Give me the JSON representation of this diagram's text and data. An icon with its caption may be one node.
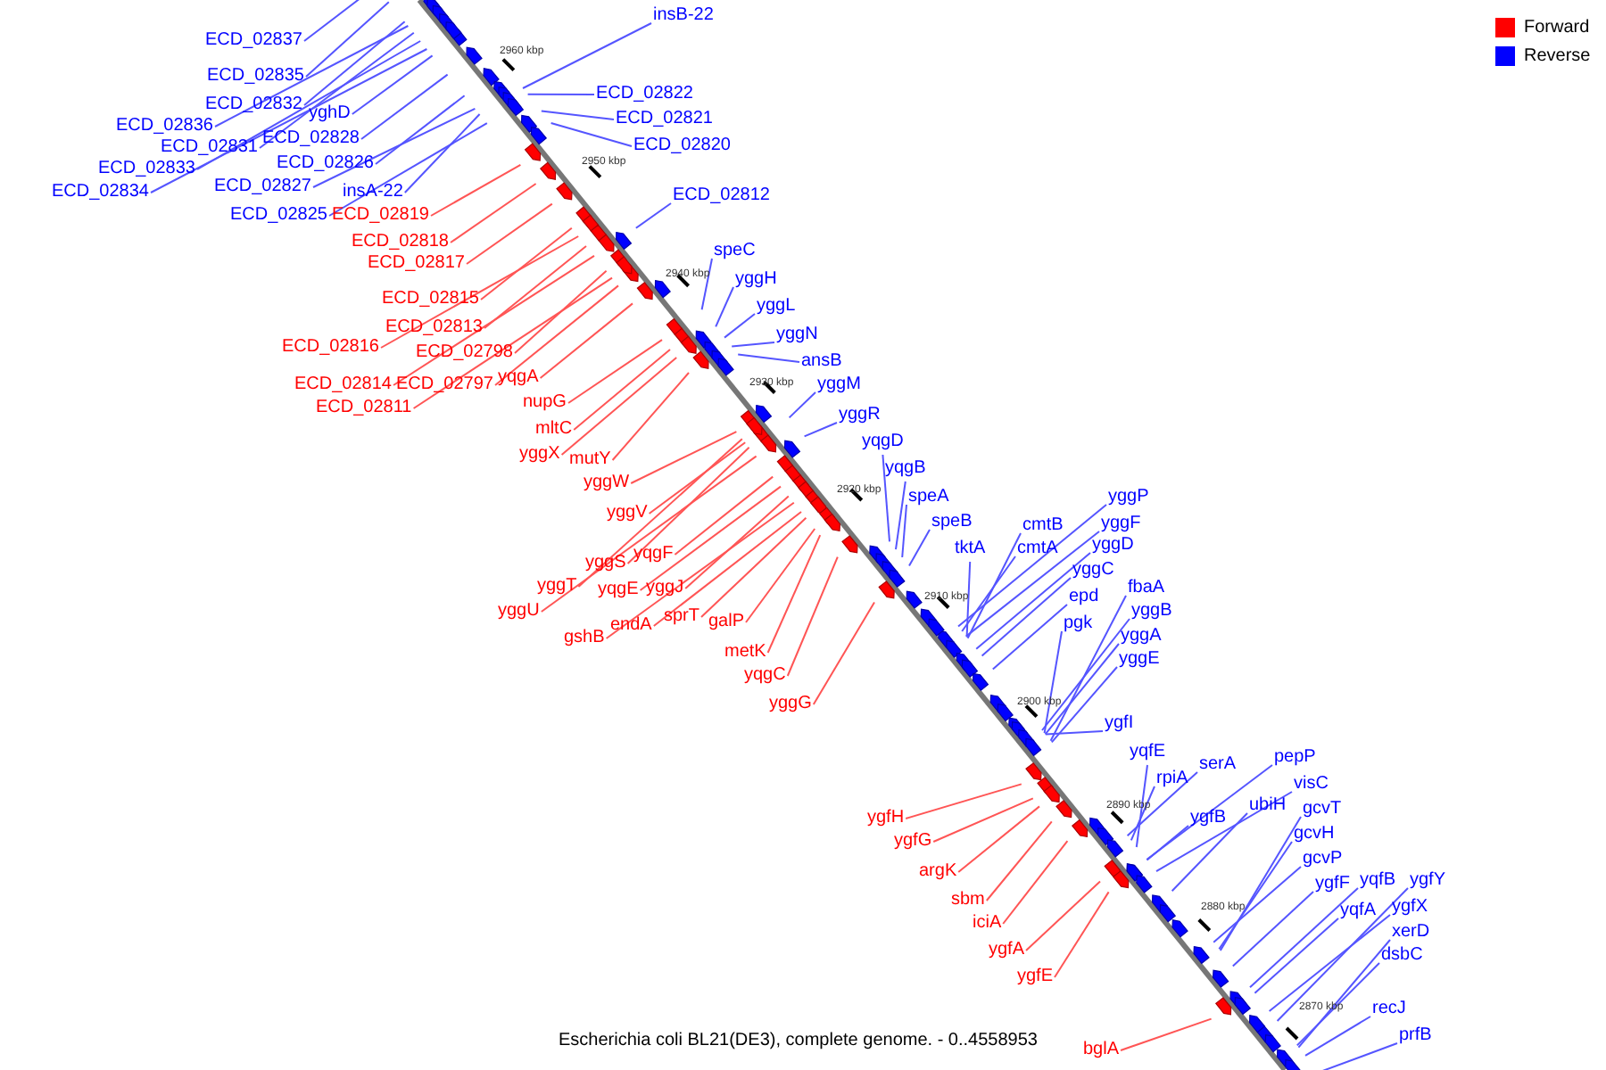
{
  "diagram": {
    "caption": "Escherichia coli BL21(DE3), complete genome. - 0..4558953",
    "nodes": [
      {
        "text": [
          "ECD_02837"
        ]
      },
      {
        "text": [
          "ECD_02835"
        ]
      },
      {
        "text": [
          "ECD_02832"
        ]
      },
      {
        "text": [
          "ECD_02836"
        ]
      },
      {
        "text": [
          "yghD"
        ]
      },
      {
        "text": [
          "ECD_02831"
        ]
      },
      {
        "text": [
          "ECD_02828"
        ]
      },
      {
        "text": [
          "ECD_02833"
        ]
      },
      {
        "text": [
          "ECD_02826"
        ]
      },
      {
        "text": [
          "ECD_02834"
        ]
      },
      {
        "text": [
          "ECD_02827"
        ]
      },
      {
        "text": [
          "insA-22"
        ]
      },
      {
        "text": [
          "ECD_02825"
        ]
      },
      {
        "text": [
          "insB-22"
        ]
      },
      {
        "text": [
          "ECD_02822"
        ]
      },
      {
        "text": [
          "ECD_02821"
        ]
      },
      {
        "text": [
          "ECD_02820"
        ]
      },
      {
        "text": [
          "ECD_02812"
        ]
      },
      {
        "text": [
          "ECD_02819"
        ]
      },
      {
        "text": [
          "ECD_02818"
        ]
      },
      {
        "text": [
          "ECD_02817"
        ]
      },
      {
        "text": [
          "ECD_02815"
        ]
      },
      {
        "text": [
          "ECD_02816"
        ]
      },
      {
        "text": [
          "ECD_02813"
        ]
      },
      {
        "text": [
          "ECD_02798"
        ]
      },
      {
        "text": [
          "ECD_02814"
        ]
      },
      {
        "text": [
          "ECD_02797"
        ]
      },
      {
        "text": [
          "yqgA"
        ]
      },
      {
        "text": [
          "ECD_02811"
        ]
      },
      {
        "text": [
          "nupG"
        ]
      },
      {
        "text": [
          "mltC"
        ]
      },
      {
        "text": [
          "yggX"
        ]
      },
      {
        "text": [
          "mutY"
        ]
      },
      {
        "text": [
          "yggW"
        ]
      },
      {
        "text": [
          "yggV"
        ]
      },
      {
        "text": [
          "yggS"
        ]
      },
      {
        "text": [
          "yqgF"
        ]
      },
      {
        "text": [
          "yggT"
        ]
      },
      {
        "text": [
          "yqgE"
        ]
      },
      {
        "text": [
          "yggJ"
        ]
      },
      {
        "text": [
          "yggU"
        ]
      },
      {
        "text": [
          "gshB"
        ]
      },
      {
        "text": [
          "endA"
        ]
      },
      {
        "text": [
          "sprT"
        ]
      },
      {
        "text": [
          "galP"
        ]
      },
      {
        "text": [
          "metK"
        ]
      },
      {
        "text": [
          "yqgC"
        ]
      },
      {
        "text": [
          "yggG"
        ]
      },
      {
        "text": [
          "speC"
        ]
      },
      {
        "text": [
          "yggH"
        ]
      },
      {
        "text": [
          "yggL"
        ]
      },
      {
        "text": [
          "yggN"
        ]
      },
      {
        "text": [
          "ansB"
        ]
      },
      {
        "text": [
          "yggM"
        ]
      },
      {
        "text": [
          "yggR"
        ]
      },
      {
        "text": [
          "yqgD"
        ]
      },
      {
        "text": [
          "yqgB"
        ]
      },
      {
        "text": [
          "speA"
        ]
      },
      {
        "text": [
          "speB"
        ]
      },
      {
        "text": [
          "tktA"
        ]
      },
      {
        "text": [
          "cmtB"
        ]
      },
      {
        "text": [
          "yggP"
        ]
      },
      {
        "text": [
          "cmtA"
        ]
      },
      {
        "text": [
          "yggF"
        ]
      },
      {
        "text": [
          "yggD"
        ]
      },
      {
        "text": [
          "yggC"
        ]
      },
      {
        "text": [
          "epd"
        ]
      },
      {
        "text": [
          "fbaA"
        ]
      },
      {
        "text": [
          "pgk"
        ]
      },
      {
        "text": [
          "yggB"
        ]
      },
      {
        "text": [
          "yggA"
        ]
      },
      {
        "text": [
          "yggE"
        ]
      },
      {
        "text": [
          "ygfI"
        ]
      },
      {
        "text": [
          "yqfE"
        ]
      },
      {
        "text": [
          "rpiA"
        ]
      },
      {
        "text": [
          "serA"
        ]
      },
      {
        "text": [
          "pepP"
        ]
      },
      {
        "text": [
          "ygfB"
        ]
      },
      {
        "text": [
          "visC"
        ]
      },
      {
        "text": [
          "ubiH"
        ]
      },
      {
        "text": [
          "gcvT"
        ]
      },
      {
        "text": [
          "gcvH"
        ]
      },
      {
        "text": [
          "gcvP"
        ]
      },
      {
        "text": [
          "ygfF"
        ]
      },
      {
        "text": [
          "yqfB"
        ]
      },
      {
        "text": [
          "ygfY"
        ]
      },
      {
        "text": [
          "yqfA"
        ]
      },
      {
        "text": [
          "ygfX"
        ]
      },
      {
        "text": [
          "xerD"
        ]
      },
      {
        "text": [
          "dsbC"
        ]
      },
      {
        "text": [
          "recJ"
        ]
      },
      {
        "text": [
          "prfB"
        ]
      },
      {
        "text": [
          "ygfH"
        ]
      },
      {
        "text": [
          "ygfG"
        ]
      },
      {
        "text": [
          "argK"
        ]
      },
      {
        "text": [
          "sbm"
        ]
      },
      {
        "text": [
          "iciA"
        ]
      },
      {
        "text": [
          "ygfA"
        ]
      },
      {
        "text": [
          "ygfE"
        ]
      },
      {
        "text": [
          "bglA"
        ]
      }
    ],
    "edges": [
      {
        "from": 0,
        "to": null,
        "arrow": "none"
      },
      {
        "from": 1,
        "to": null,
        "arrow": "none"
      },
      {
        "from": 2,
        "to": null,
        "arrow": "none"
      },
      {
        "from": 3,
        "to": null,
        "arrow": "none"
      },
      {
        "from": 4,
        "to": null,
        "arrow": "none"
      },
      {
        "from": 5,
        "to": null,
        "arrow": "none"
      },
      {
        "from": 6,
        "to": null,
        "arrow": "none"
      },
      {
        "from": 7,
        "to": null,
        "arrow": "none"
      },
      {
        "from": 8,
        "to": null,
        "arrow": "none"
      },
      {
        "from": 9,
        "to": null,
        "arrow": "none"
      },
      {
        "from": 10,
        "to": null,
        "arrow": "none"
      },
      {
        "from": 11,
        "to": null,
        "arrow": "none"
      },
      {
        "from": 12,
        "to": null,
        "arrow": "none"
      },
      {
        "from": 13,
        "to": null,
        "arrow": "none"
      },
      {
        "from": 14,
        "to": null,
        "arrow": "none"
      },
      {
        "from": 15,
        "to": null,
        "arrow": "none"
      },
      {
        "from": 16,
        "to": null,
        "arrow": "none"
      },
      {
        "from": 17,
        "to": null,
        "arrow": "none"
      },
      {
        "from": 18,
        "to": null,
        "arrow": "none",
        "color": "#ff5555"
      },
      {
        "from": 19,
        "to": null,
        "arrow": "none",
        "color": "#ff5555"
      },
      {
        "from": 20,
        "to": null,
        "arrow": "none",
        "color": "#ff5555"
      },
      {
        "from": 21,
        "to": null,
        "arrow": "none",
        "color": "#ff5555"
      },
      {
        "from": 22,
        "to": null,
        "arrow": "none",
        "color": "#ff5555"
      },
      {
        "from": 23,
        "to": null,
        "arrow": "none",
        "color": "#ff5555"
      },
      {
        "from": 24,
        "to": null,
        "arrow": "none",
        "color": "#ff5555"
      },
      {
        "from": 25,
        "to": null,
        "arrow": "none",
        "color": "#ff5555"
      },
      {
        "from": 26,
        "to": null,
        "arrow": "none",
        "color": "#ff5555"
      },
      {
        "from": 27,
        "to": null,
        "arrow": "none",
        "color": "#ff5555"
      },
      {
        "from": 28,
        "to": null,
        "arrow": "none",
        "color": "#ff5555"
      },
      {
        "from": 29,
        "to": null,
        "arrow": "none",
        "color": "#ff5555"
      },
      {
        "from": 30,
        "to": null,
        "arrow": "none",
        "color": "#ff5555"
      },
      {
        "from": 31,
        "to": null,
        "arrow": "none",
        "color": "#ff5555"
      },
      {
        "from": 32,
        "to": null,
        "arrow": "none",
        "color": "#ff5555"
      },
      {
        "from": 33,
        "to": null,
        "arrow": "none",
        "color": "#ff5555"
      },
      {
        "from": 34,
        "to": null,
        "arrow": "none",
        "color": "#ff5555"
      },
      {
        "from": 35,
        "to": null,
        "arrow": "none",
        "color": "#ff5555"
      },
      {
        "from": 36,
        "to": null,
        "arrow": "none",
        "color": "#ff5555"
      },
      {
        "from": 37,
        "to": null,
        "arrow": "none",
        "color": "#ff5555"
      },
      {
        "from": 38,
        "to": null,
        "arrow": "none",
        "color": "#ff5555"
      },
      {
        "from": 39,
        "to": null,
        "arrow": "none",
        "color": "#ff5555"
      },
      {
        "from": 40,
        "to": null,
        "arrow": "none",
        "color": "#ff5555"
      },
      {
        "from": 41,
        "to": null,
        "arrow": "none",
        "color": "#ff5555"
      },
      {
        "from": 42,
        "to": null,
        "arrow": "none",
        "color": "#ff5555"
      },
      {
        "from": 43,
        "to": null,
        "arrow": "none",
        "color": "#ff5555"
      },
      {
        "from": 44,
        "to": null,
        "arrow": "none",
        "color": "#ff5555"
      },
      {
        "from": 45,
        "to": null,
        "arrow": "none",
        "color": "#ff5555"
      },
      {
        "from": 46,
        "to": null,
        "arrow": "none",
        "color": "#ff5555"
      },
      {
        "from": 47,
        "to": null,
        "arrow": "none",
        "color": "#ff5555"
      },
      {
        "from": 48,
        "to": null,
        "arrow": "none"
      },
      {
        "from": 49,
        "to": null,
        "arrow": "none"
      },
      {
        "from": 50,
        "to": null,
        "arrow": "none"
      },
      {
        "from": 51,
        "to": null,
        "arrow": "none"
      },
      {
        "from": 52,
        "to": null,
        "arrow": "none"
      },
      {
        "from": 53,
        "to": null,
        "arrow": "none"
      },
      {
        "from": 54,
        "to": null,
        "arrow": "none"
      },
      {
        "from": 55,
        "to": null,
        "arrow": "none"
      },
      {
        "from": 56,
        "to": null,
        "arrow": "none"
      },
      {
        "from": 57,
        "to": null,
        "arrow": "none"
      },
      {
        "from": 58,
        "to": null,
        "arrow": "none"
      },
      {
        "from": 59,
        "to": null,
        "arrow": "none"
      },
      {
        "from": 60,
        "to": null,
        "arrow": "none"
      },
      {
        "from": 61,
        "to": null,
        "arrow": "none"
      },
      {
        "from": 62,
        "to": null,
        "arrow": "none"
      },
      {
        "from": 63,
        "to": null,
        "arrow": "none"
      },
      {
        "from": 64,
        "to": null,
        "arrow": "none"
      },
      {
        "from": 65,
        "to": null,
        "arrow": "none"
      },
      {
        "from": 66,
        "to": null,
        "arrow": "none"
      },
      {
        "from": 67,
        "to": null,
        "arrow": "none"
      },
      {
        "from": 68,
        "to": null,
        "arrow": "none"
      },
      {
        "from": 69,
        "to": null,
        "arrow": "none"
      },
      {
        "from": 70,
        "to": null,
        "arrow": "none"
      },
      {
        "from": 71,
        "to": null,
        "arrow": "none"
      },
      {
        "from": 72,
        "to": null,
        "arrow": "none"
      },
      {
        "from": 73,
        "to": null,
        "arrow": "none"
      },
      {
        "from": 74,
        "to": null,
        "arrow": "none"
      },
      {
        "from": 75,
        "to": null,
        "arrow": "none"
      },
      {
        "from": 76,
        "to": null,
        "arrow": "none"
      },
      {
        "from": 77,
        "to": null,
        "arrow": "none"
      },
      {
        "from": 78,
        "to": null,
        "arrow": "none"
      },
      {
        "from": 79,
        "to": null,
        "arrow": "none"
      },
      {
        "from": 80,
        "to": null,
        "arrow": "none"
      },
      {
        "from": 81,
        "to": null,
        "arrow": "none"
      },
      {
        "from": 82,
        "to": null,
        "arrow": "none"
      },
      {
        "from": 83,
        "to": null,
        "arrow": "none"
      },
      {
        "from": 84,
        "to": null,
        "arrow": "none"
      },
      {
        "from": 85,
        "to": null,
        "arrow": "none"
      },
      {
        "from": 86,
        "to": null,
        "arrow": "none"
      },
      {
        "from": 87,
        "to": null,
        "arrow": "none"
      },
      {
        "from": 88,
        "to": null,
        "arrow": "none"
      },
      {
        "from": 89,
        "to": null,
        "arrow": "none"
      },
      {
        "from": 90,
        "to": null,
        "arrow": "none"
      },
      {
        "from": 91,
        "to": null,
        "arrow": "none"
      },
      {
        "from": 92,
        "to": null,
        "arrow": "none",
        "color": "#ff5555"
      },
      {
        "from": 93,
        "to": null,
        "arrow": "none",
        "color": "#ff5555"
      },
      {
        "from": 94,
        "to": null,
        "arrow": "none",
        "color": "#ff5555"
      },
      {
        "from": 95,
        "to": null,
        "arrow": "none",
        "color": "#ff5555"
      },
      {
        "from": 96,
        "to": null,
        "arrow": "none",
        "color": "#ff5555"
      },
      {
        "from": 97,
        "to": null,
        "arrow": "none",
        "color": "#ff5555"
      },
      {
        "from": 98,
        "to": null,
        "arrow": "none",
        "color": "#ff5555"
      },
      {
        "from": 99,
        "to": null,
        "arrow": "none",
        "color": "#ff5555"
      }
    ],
    "labels": [
      "2960 kbp",
      "2950 kbp",
      "2940 kbp",
      "2930 kbp",
      "2920 kbp",
      "2910 kbp",
      "2900 kbp",
      "2890 kbp",
      "2880 kbp",
      "2870 kbp"
    ],
    "legend": [
      {
        "text": "Forward",
        "color": "#ff0000"
      },
      {
        "text": "Reverse",
        "color": "#0000ff"
      }
    ]
  }
}
